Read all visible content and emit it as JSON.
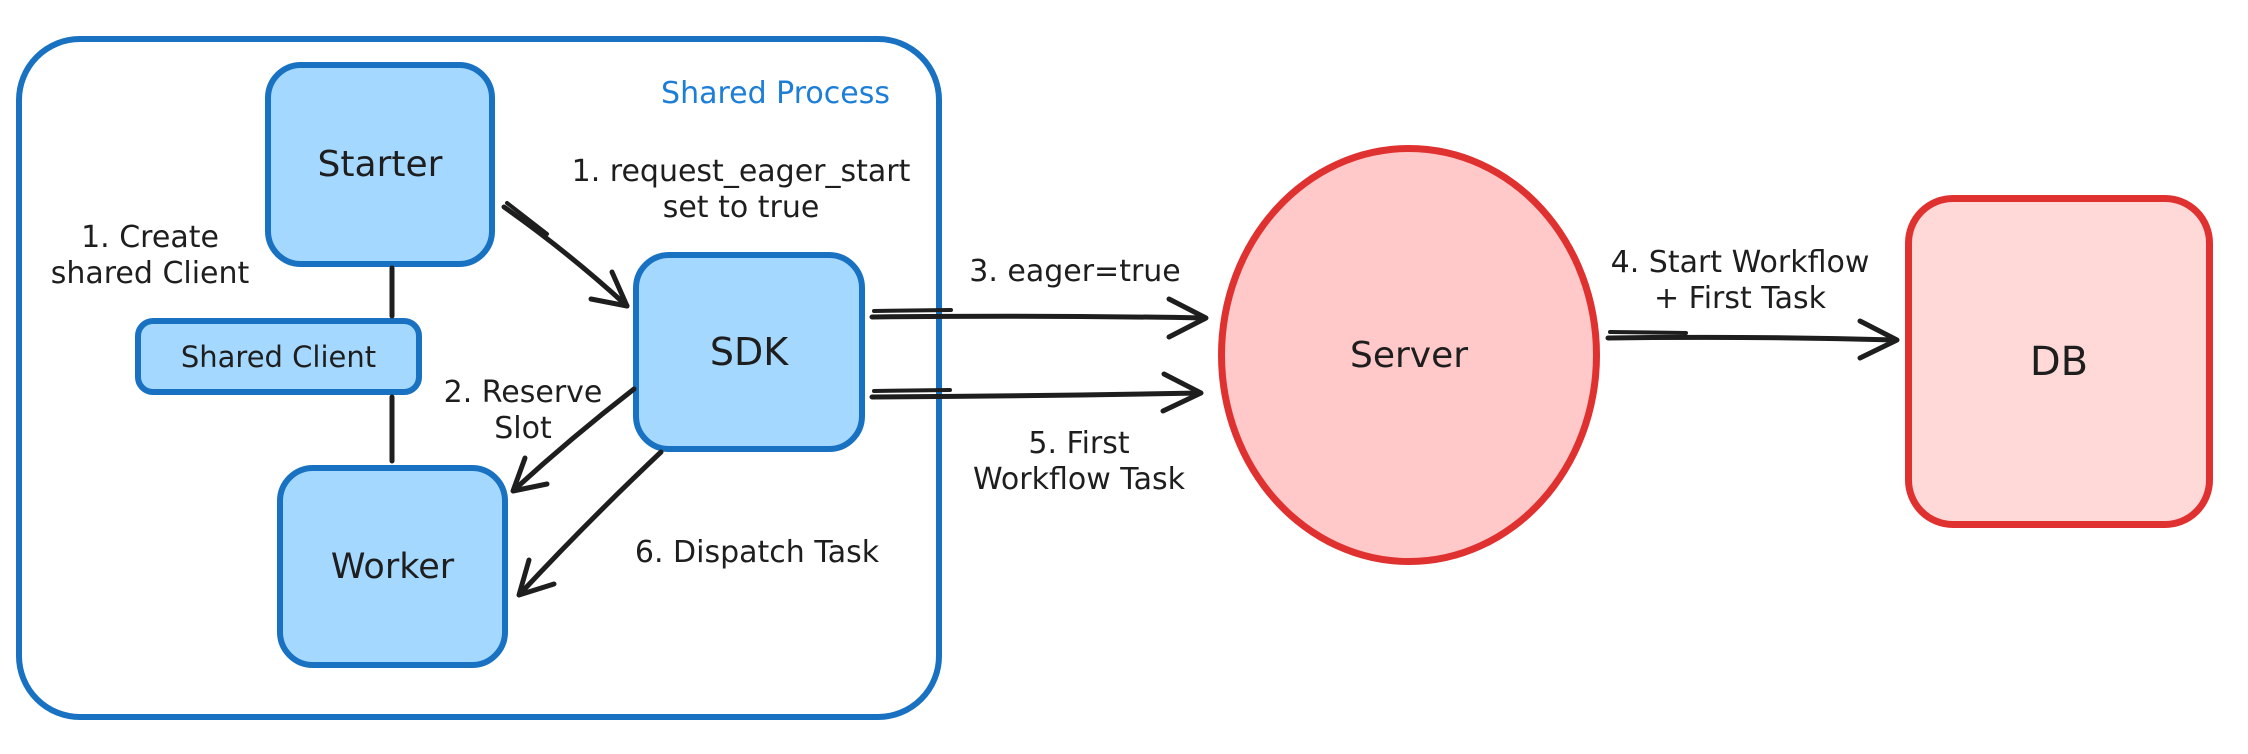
{
  "container": {
    "label": "Shared Process"
  },
  "nodes": {
    "starter": {
      "label": "Starter"
    },
    "shared_client": {
      "label": "Shared Client"
    },
    "worker": {
      "label": "Worker"
    },
    "sdk": {
      "label": "SDK"
    },
    "server": {
      "label": "Server"
    },
    "db": {
      "label": "DB"
    }
  },
  "annotations": {
    "create_client": {
      "lines": [
        "1. Create",
        "shared Client"
      ]
    },
    "request_eager": {
      "lines": [
        "1. request_eager_start",
        "set to true"
      ]
    },
    "reserve_slot": {
      "lines": [
        "2. Reserve",
        "Slot"
      ]
    },
    "eager_true": {
      "lines": [
        "3. eager=true"
      ]
    },
    "start_workflow": {
      "lines": [
        "4. Start Workflow",
        "+ First Task"
      ]
    },
    "first_wft": {
      "lines": [
        "5. First",
        "Workflow Task"
      ]
    },
    "dispatch_task": {
      "lines": [
        "6. Dispatch Task"
      ]
    }
  },
  "colors": {
    "blue_stroke": "#1971c2",
    "blue_fill": "#a5d8ff",
    "label_blue": "#1c7ed6",
    "red_stroke": "#e03131",
    "server_fill": "#ffc9c9",
    "db_fill": "#ffd8d8",
    "ink": "#1e1e1e",
    "background": "#ffffff"
  }
}
